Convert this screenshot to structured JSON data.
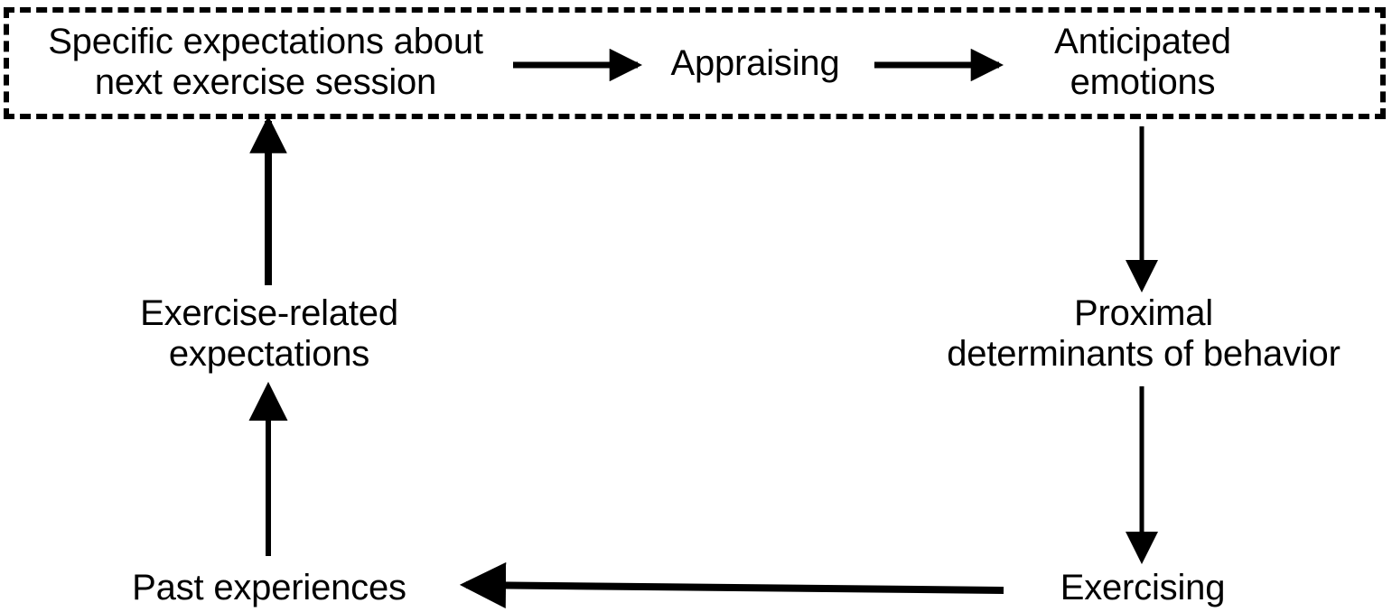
{
  "diagram": {
    "type": "flow-cycle-diagram",
    "background_color": "#ffffff",
    "stroke_color": "#000000",
    "group_box": {
      "name": "anticipated-affective-appraisal-group",
      "style": "dashed",
      "label": ""
    },
    "nodes": [
      {
        "id": "specific-expectations",
        "label": "Specific expectations about\nnext exercise session",
        "inside_group": true
      },
      {
        "id": "appraising",
        "label": "Appraising",
        "inside_group": true
      },
      {
        "id": "anticipated-emotions",
        "label": "Anticipated\nemotions",
        "inside_group": true
      },
      {
        "id": "exercise-related-expectations",
        "label": "Exercise-related\nexpectations",
        "inside_group": false
      },
      {
        "id": "proximal-determinants",
        "label": "Proximal\ndeterminants of behavior",
        "inside_group": false
      },
      {
        "id": "past-experiences",
        "label": "Past experiences",
        "inside_group": false
      },
      {
        "id": "exercising",
        "label": "Exercising",
        "inside_group": false
      }
    ],
    "edges": [
      {
        "id": "edge-specific-to-appraising",
        "from": "specific-expectations",
        "to": "appraising",
        "direction": "right"
      },
      {
        "id": "edge-appraising-to-anticipated",
        "from": "appraising",
        "to": "anticipated-emotions",
        "direction": "right"
      },
      {
        "id": "edge-anticipated-to-proximal",
        "from": "anticipated-emotions",
        "to": "proximal-determinants",
        "direction": "down"
      },
      {
        "id": "edge-proximal-to-exercising",
        "from": "proximal-determinants",
        "to": "exercising",
        "direction": "down"
      },
      {
        "id": "edge-exercising-to-past",
        "from": "exercising",
        "to": "past-experiences",
        "direction": "left"
      },
      {
        "id": "edge-past-to-exercise-expectations",
        "from": "past-experiences",
        "to": "exercise-related-expectations",
        "direction": "up"
      },
      {
        "id": "edge-exercise-expectations-to-specific",
        "from": "exercise-related-expectations",
        "to": "specific-expectations",
        "direction": "up"
      }
    ]
  }
}
